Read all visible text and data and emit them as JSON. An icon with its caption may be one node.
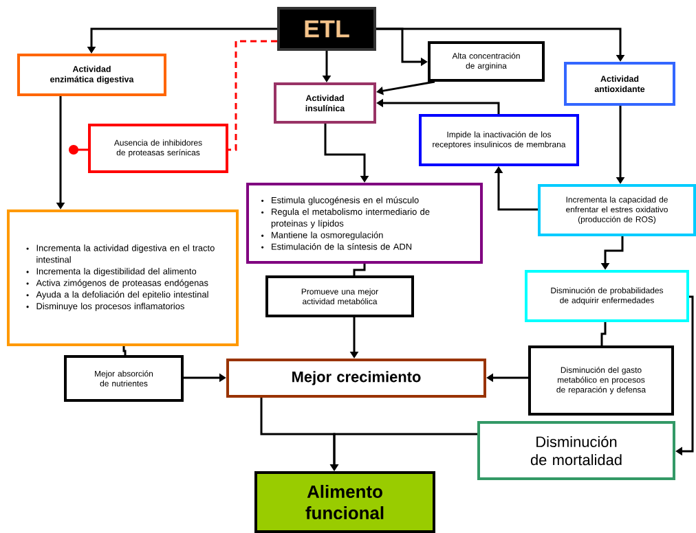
{
  "diagram": {
    "nodes": [
      {
        "text": [
          "ETL"
        ]
      },
      {
        "text": [
          "Actividad enzimática digestiva"
        ]
      },
      {
        "text": [
          "Alta concentración de arginina"
        ]
      },
      {
        "text": [
          "Actividad antioxidante"
        ]
      },
      {
        "text": [
          "Actividad insulínica"
        ]
      },
      {
        "text": [
          "Ausencia de inhibidores de proteasas serínicas"
        ]
      },
      {
        "text": [
          "Impide la inactivación de los receptores insulinicos de membrana"
        ]
      },
      {
        "text": [
          "Estimula glucogénesis en el músculo",
          "Regula el metabolismo intermediario de proteinas y lípidos",
          "Mantiene la osmoregulación",
          "Estimulación de la síntesis de ADN"
        ]
      },
      {
        "text": [
          "Incrementa la capacidad de enfrentar el estres oxidativo (producción de ROS)"
        ]
      },
      {
        "text": [
          "Incrementa la actividad digestiva en el tracto intestinal",
          "Incrementa la digestibilidad del alimento",
          "Activa zimógenos de proteasas endógenas",
          "Ayuda a la defoliación del epitelio intestinal",
          "Disminuye los procesos inflamatorios"
        ]
      },
      {
        "text": [
          "Promueve una mejor actividad metabólica"
        ]
      },
      {
        "text": [
          "Disminución de probabilidades de adquirir enfermedades"
        ]
      },
      {
        "text": [
          "Mejor absorción de nutrientes"
        ]
      },
      {
        "text": [
          "Mejor crecimiento"
        ]
      },
      {
        "text": [
          "Disminución del gasto metabólico en procesos de reparación y defensa"
        ]
      },
      {
        "text": [
          "Disminución de mortalidad"
        ]
      },
      {
        "text": [
          "Alimento funcional"
        ]
      }
    ],
    "edges": [
      {
        "from": 0,
        "to": 1,
        "arrow": "to"
      },
      {
        "from": 0,
        "to": 5,
        "arrow": "none",
        "style": "dashed",
        "color": "#ff0000"
      },
      {
        "from": 5,
        "to": null,
        "arrow": "other",
        "color": "#ff0000"
      },
      {
        "from": 0,
        "to": 4,
        "arrow": "to"
      },
      {
        "from": 0,
        "to": 2,
        "arrow": "to"
      },
      {
        "from": 0,
        "to": 3,
        "arrow": "to"
      },
      {
        "from": 2,
        "to": 4,
        "arrow": "to"
      },
      {
        "from": 6,
        "to": 4,
        "arrow": "to"
      },
      {
        "from": 4,
        "to": 7,
        "arrow": "to"
      },
      {
        "from": 3,
        "to": 8,
        "arrow": "to"
      },
      {
        "from": 8,
        "to": 6,
        "arrow": "to"
      },
      {
        "from": 1,
        "to": 9,
        "arrow": "to"
      },
      {
        "from": 7,
        "to": 10,
        "arrow": "none"
      },
      {
        "from": 8,
        "to": 11,
        "arrow": "to"
      },
      {
        "from": 9,
        "to": 12,
        "arrow": "none"
      },
      {
        "from": 10,
        "to": 13,
        "arrow": "to"
      },
      {
        "from": 12,
        "to": 13,
        "arrow": "to"
      },
      {
        "from": 11,
        "to": 14,
        "arrow": "none"
      },
      {
        "from": 14,
        "to": 13,
        "arrow": "to"
      },
      {
        "from": 11,
        "to": 15,
        "arrow": "to"
      },
      {
        "from": 13,
        "to": 16,
        "arrow": "to"
      },
      {
        "from": 15,
        "to": 16,
        "arrow": "to"
      }
    ]
  }
}
